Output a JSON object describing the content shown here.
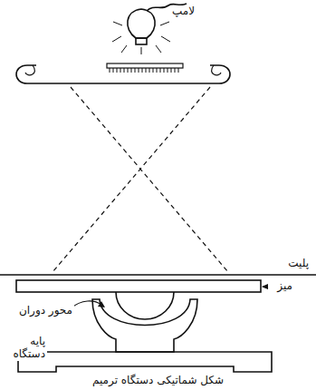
{
  "diagram": {
    "caption": "شکل شماتیکی دستگاه ترمیم",
    "labels": [
      "لامپ",
      "پلیت",
      "میز",
      "محور دوران",
      "پایه دستگاه"
    ]
  }
}
